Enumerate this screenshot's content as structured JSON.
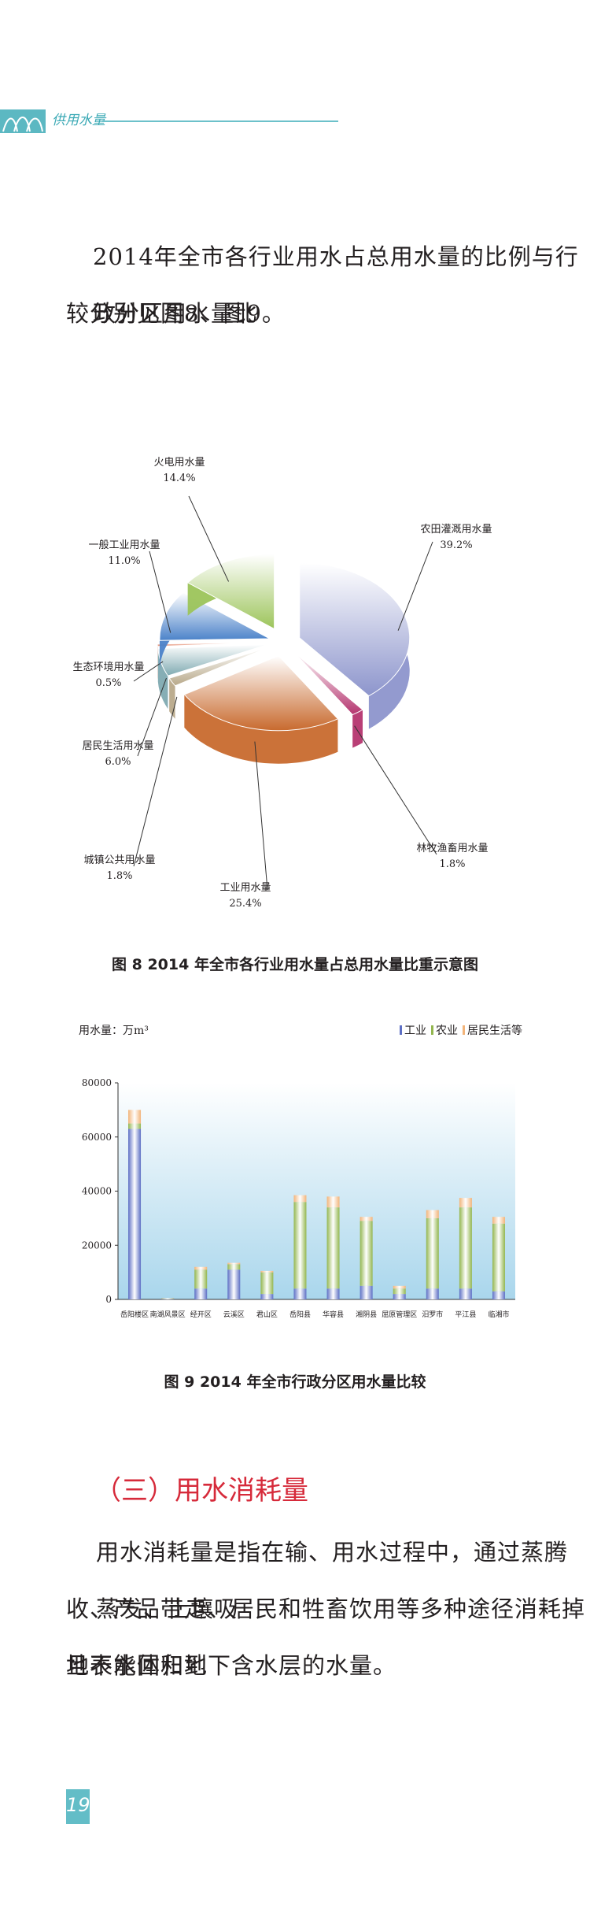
{
  "header": {
    "section_label": "供用水量"
  },
  "intro": {
    "line1": "2014年全市各行业用水占总用水量的比例与行政分区用水量比",
    "line2": "较分别见图8、图9。"
  },
  "pie": {
    "caption": "图 8   2014 年全市各行业用水量占总用水量比重示意图",
    "chart_data": {
      "type": "pie",
      "slices": [
        {
          "name": "农田灌溉用水量",
          "value": 39.2,
          "label": "39.2%",
          "color": "#8d95cc"
        },
        {
          "name": "林牧渔畜用水量",
          "value": 1.8,
          "label": "1.8%",
          "color": "#b5356f"
        },
        {
          "name": "工业用水量",
          "value": 25.4,
          "label": "25.4%",
          "color": "#c86a2e"
        },
        {
          "name": "城镇公共用水量",
          "value": 1.8,
          "label": "1.8%",
          "color": "#b8a98a"
        },
        {
          "name": "居民生活用水量",
          "value": 6.0,
          "label": "6.0%",
          "color": "#7faab1"
        },
        {
          "name": "生态环境用水量",
          "value": 0.5,
          "label": "0.5%",
          "color": "#e07b5a"
        },
        {
          "name": "一般工业用水量",
          "value": 11.0,
          "label": "11.0%",
          "color": "#4b82c9"
        },
        {
          "name": "火电用水量",
          "value": 14.4,
          "label": "14.4%",
          "color": "#9cc45a"
        }
      ]
    }
  },
  "bar": {
    "caption": "图 9   2014 年全市行政分区用水量比较",
    "chart_data": {
      "type": "bar",
      "ylabel": "用水量：万m³",
      "ylim": [
        0,
        80000
      ],
      "yticks": [
        "0",
        "20000",
        "40000",
        "60000",
        "80000"
      ],
      "categories": [
        "岳阳楼区",
        "南湖风景区",
        "经开区",
        "云溪区",
        "君山区",
        "岳阳县",
        "华容县",
        "湘阴县",
        "屈原管理区",
        "汨罗市",
        "平江县",
        "临湘市"
      ],
      "series": [
        {
          "name": "工业",
          "color": "#5d6fc4",
          "values": [
            63000,
            200,
            4000,
            11000,
            2000,
            4000,
            4000,
            5000,
            2000,
            4000,
            4000,
            3000
          ]
        },
        {
          "name": "农业",
          "color": "#93b64f",
          "values": [
            2000,
            200,
            7000,
            2000,
            8000,
            32000,
            30000,
            24000,
            2000,
            26000,
            30000,
            25000
          ]
        },
        {
          "name": "居民生活等",
          "color": "#f2b47a",
          "values": [
            5000,
            100,
            1000,
            500,
            500,
            2500,
            4000,
            1500,
            1000,
            3000,
            3500,
            2500
          ]
        }
      ]
    }
  },
  "section": {
    "heading": "（三）用水消耗量",
    "p_line1": "用水消耗量是指在输、用水过程中，通过蒸腾蒸发、土壤吸",
    "p_line2": "收、产品带走、居民和牲畜饮用等多种途径消耗掉且不能回归到",
    "p_line3": "地表水体和地下含水层的水量。"
  },
  "page": {
    "number": "19"
  }
}
